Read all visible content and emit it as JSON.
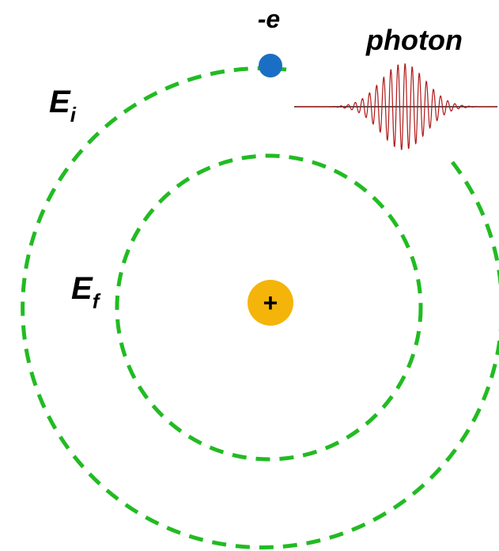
{
  "labels": {
    "electron": "-e",
    "photon": "photon",
    "initial_energy_base": "E",
    "initial_energy_sub": "i",
    "final_energy_base": "E",
    "final_energy_sub": "f",
    "nucleus": "+"
  },
  "colors": {
    "orbit": "#22bb22",
    "electron": "#1a6fc4",
    "nucleus": "#f5b40a",
    "photon_wave": "#b01818",
    "photon_axis": "#222222"
  }
}
